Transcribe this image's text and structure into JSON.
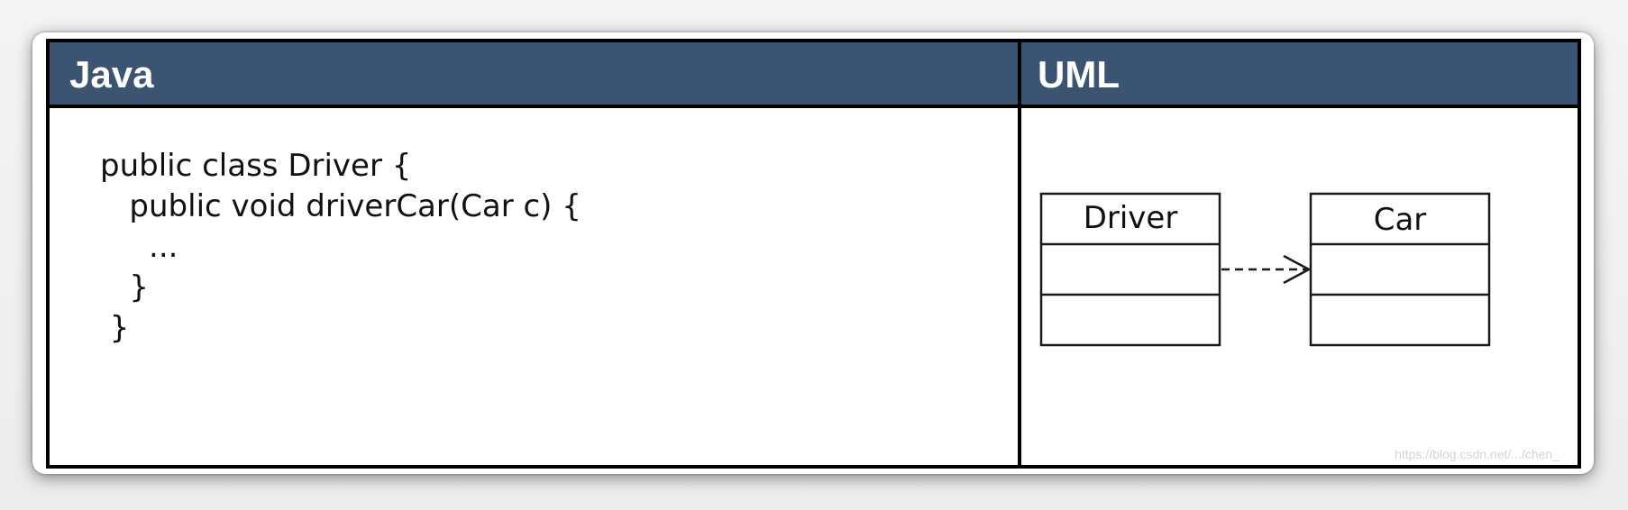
{
  "table": {
    "java_header": "Java",
    "uml_header": "UML"
  },
  "java_code": {
    "lines": [
      "public class Driver {",
      "   public void driverCar(Car c) {",
      "     ...",
      "   }",
      " }"
    ]
  },
  "uml": {
    "classes": [
      {
        "name": "Driver"
      },
      {
        "name": "Car"
      }
    ],
    "relationship": {
      "type": "dependency",
      "from": "Driver",
      "to": "Car",
      "line_style": "dashed",
      "arrow": "open"
    }
  },
  "watermark": "https://blog.csdn.net/.../chen_"
}
